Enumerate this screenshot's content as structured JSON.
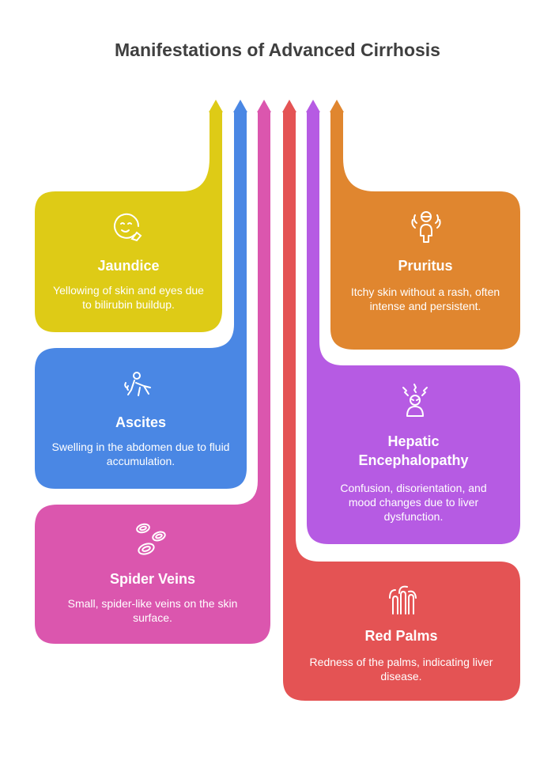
{
  "title": "Manifestations of Advanced Cirrhosis",
  "colors": {
    "jaundice": "#DECB16",
    "ascites": "#4A87E4",
    "spider_veins": "#DB56AE",
    "red_palms": "#E45354",
    "hepatic_encephalopathy": "#B65BE3",
    "pruritus": "#E0862F"
  },
  "cards": {
    "jaundice": {
      "title": "Jaundice",
      "description": "Yellowing of skin and eyes due to bilirubin buildup.",
      "icon": "face-icon"
    },
    "ascites": {
      "title": "Ascites",
      "description": "Swelling in the abdomen due to fluid accumulation.",
      "icon": "crawling-person-icon"
    },
    "spider_veins": {
      "title": "Spider Veins",
      "description": "Small, spider-like veins on the skin surface.",
      "icon": "blood-cells-icon"
    },
    "pruritus": {
      "title": "Pruritus",
      "description": "Itchy skin without a rash, often intense and persistent.",
      "icon": "scratching-person-icon"
    },
    "hepatic_encephalopathy": {
      "title": "Hepatic Encephalopathy",
      "description": "Confusion, disorientation, and mood changes due to liver dysfunction.",
      "icon": "confused-person-icon"
    },
    "red_palms": {
      "title": "Red Palms",
      "description": "Redness of the palms, indicating liver disease.",
      "icon": "hand-fingers-icon"
    }
  }
}
